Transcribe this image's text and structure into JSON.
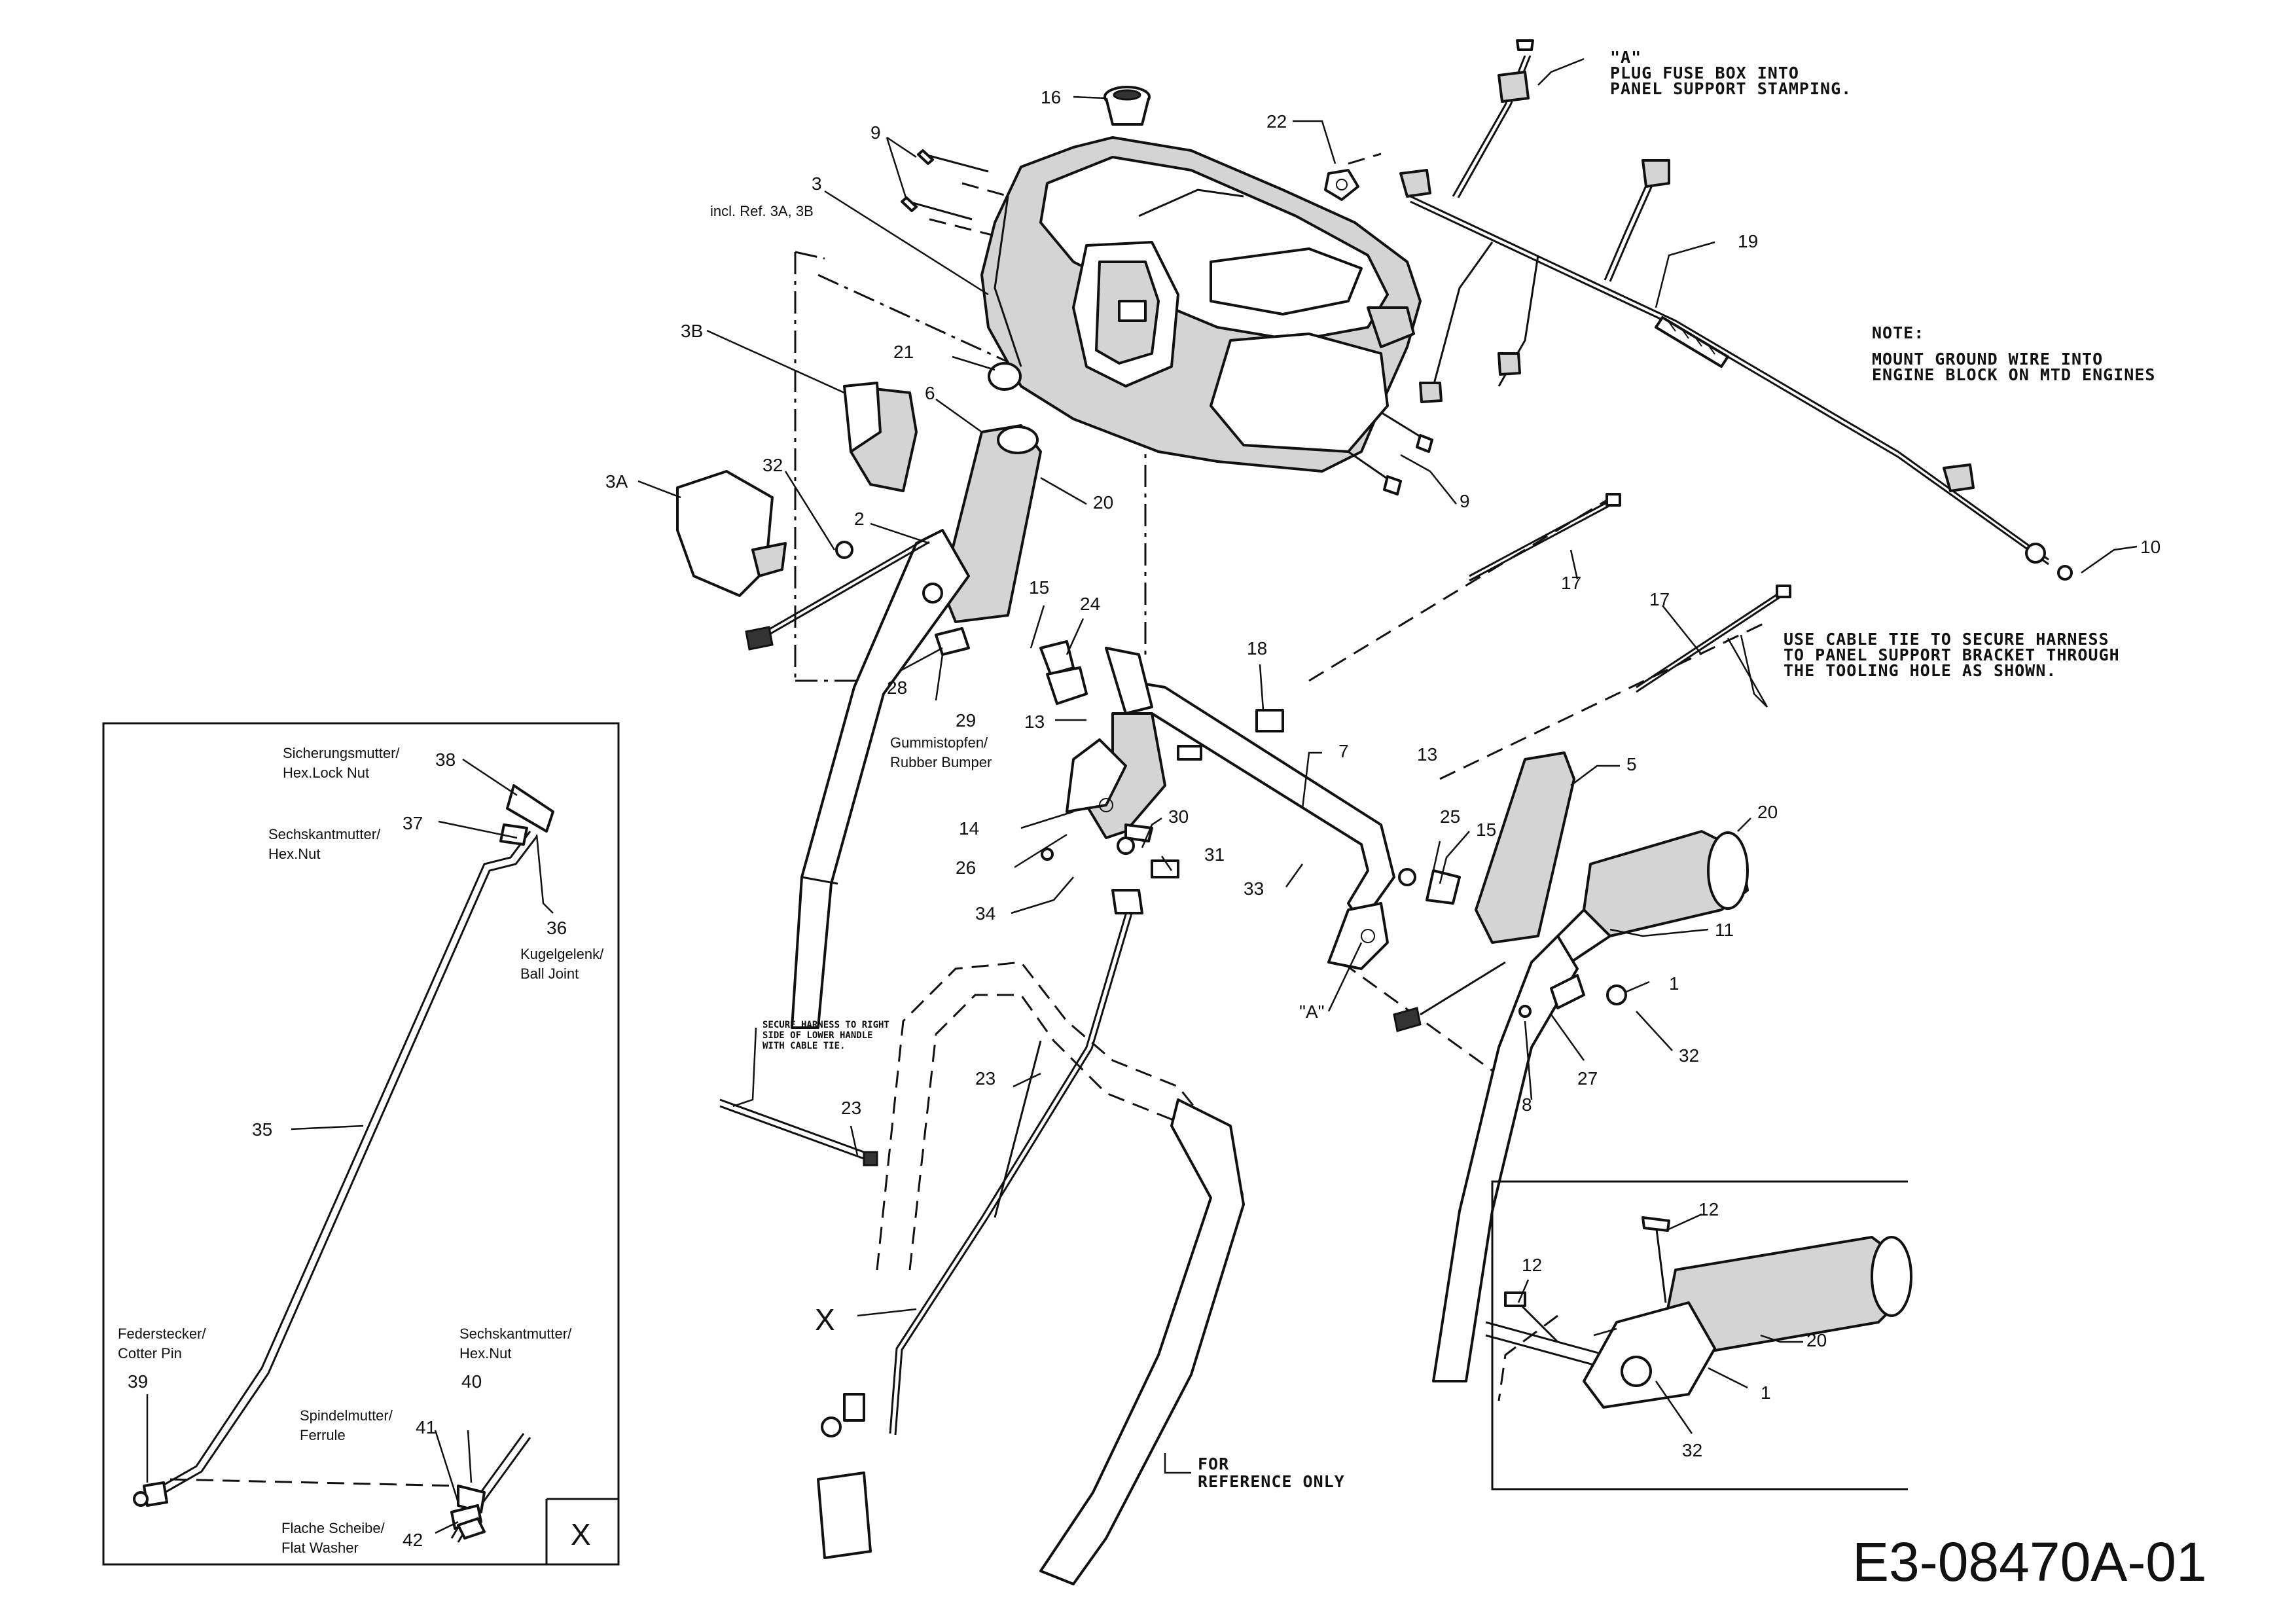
{
  "drawing_code": "E3-08470A-01",
  "callouts": [
    {
      "id": "c16",
      "text": "16"
    },
    {
      "id": "c9a",
      "text": "9"
    },
    {
      "id": "c3",
      "text": "3"
    },
    {
      "id": "c3sub",
      "text": "incl. Ref. 3A, 3B"
    },
    {
      "id": "c22",
      "text": "22"
    },
    {
      "id": "c19",
      "text": "19"
    },
    {
      "id": "c3b",
      "text": "3B"
    },
    {
      "id": "c21",
      "text": "21"
    },
    {
      "id": "c6",
      "text": "6"
    },
    {
      "id": "c3a",
      "text": "3A"
    },
    {
      "id": "c32a",
      "text": "32"
    },
    {
      "id": "c2",
      "text": "2"
    },
    {
      "id": "c20a",
      "text": "20"
    },
    {
      "id": "c9b",
      "text": "9"
    },
    {
      "id": "c10",
      "text": "10"
    },
    {
      "id": "c17a",
      "text": "17"
    },
    {
      "id": "c17b",
      "text": "17"
    },
    {
      "id": "c15a",
      "text": "15"
    },
    {
      "id": "c24",
      "text": "24"
    },
    {
      "id": "c18",
      "text": "18"
    },
    {
      "id": "c28",
      "text": "28"
    },
    {
      "id": "c29",
      "text": "29"
    },
    {
      "id": "c13a",
      "text": "13"
    },
    {
      "id": "c7",
      "text": "7"
    },
    {
      "id": "c13b",
      "text": "13"
    },
    {
      "id": "c5",
      "text": "5"
    },
    {
      "id": "c14",
      "text": "14"
    },
    {
      "id": "c30",
      "text": "30"
    },
    {
      "id": "c25",
      "text": "25"
    },
    {
      "id": "c15b",
      "text": "15"
    },
    {
      "id": "c20b",
      "text": "20"
    },
    {
      "id": "c26",
      "text": "26"
    },
    {
      "id": "c31",
      "text": "31"
    },
    {
      "id": "c33",
      "text": "33"
    },
    {
      "id": "c34",
      "text": "34"
    },
    {
      "id": "c11",
      "text": "11"
    },
    {
      "id": "c1a",
      "text": "1"
    },
    {
      "id": "cA",
      "text": "\"A\""
    },
    {
      "id": "c32b",
      "text": "32"
    },
    {
      "id": "c27",
      "text": "27"
    },
    {
      "id": "c8",
      "text": "8"
    },
    {
      "id": "c23a",
      "text": "23"
    },
    {
      "id": "c23b",
      "text": "23"
    },
    {
      "id": "cX",
      "text": "X"
    },
    {
      "id": "c12a",
      "text": "12"
    },
    {
      "id": "c12b",
      "text": "12"
    },
    {
      "id": "c20c",
      "text": "20"
    },
    {
      "id": "c1b",
      "text": "1"
    },
    {
      "id": "c32c",
      "text": "32"
    },
    {
      "id": "c38",
      "text": "38"
    },
    {
      "id": "c37",
      "text": "37"
    },
    {
      "id": "c36",
      "text": "36"
    },
    {
      "id": "c35",
      "text": "35"
    },
    {
      "id": "c39",
      "text": "39"
    },
    {
      "id": "c40",
      "text": "40"
    },
    {
      "id": "c41",
      "text": "41"
    },
    {
      "id": "c42",
      "text": "42"
    },
    {
      "id": "cXbox",
      "text": "X"
    }
  ],
  "part_names": {
    "rubber_bumper": [
      "Gummistopfen/",
      "Rubber Bumper"
    ],
    "hex_lock_nut": [
      "Sicherungsmutter/",
      "Hex.Lock Nut"
    ],
    "hex_nut_37": [
      "Sechskantmutter/",
      "Hex.Nut"
    ],
    "ball_joint": [
      "Kugelgelenk/",
      "Ball Joint"
    ],
    "cotter_pin": [
      "Federstecker/",
      "Cotter Pin"
    ],
    "hex_nut_40": [
      "Sechskantmutter/",
      "Hex.Nut"
    ],
    "ferrule": [
      "Spindelmutter/",
      "Ferrule"
    ],
    "flat_washer": [
      "Flache Scheibe/",
      "Flat Washer"
    ]
  },
  "notes": {
    "fuse_box": [
      "\"A\"",
      "PLUG FUSE BOX INTO",
      "PANEL SUPPORT STAMPING."
    ],
    "ground_wire": [
      "NOTE:",
      "MOUNT GROUND WIRE INTO",
      "ENGINE BLOCK ON MTD ENGINES"
    ],
    "cable_tie": [
      "USE CABLE TIE TO SECURE HARNESS",
      "TO PANEL SUPPORT BRACKET THROUGH",
      "THE TOOLING HOLE AS SHOWN."
    ],
    "lower_handle": [
      "SECURE HARNESS TO RIGHT",
      "SIDE OF LOWER HANDLE",
      "WITH CABLE TIE."
    ],
    "reference": [
      "FOR",
      "REFERENCE ONLY"
    ]
  }
}
